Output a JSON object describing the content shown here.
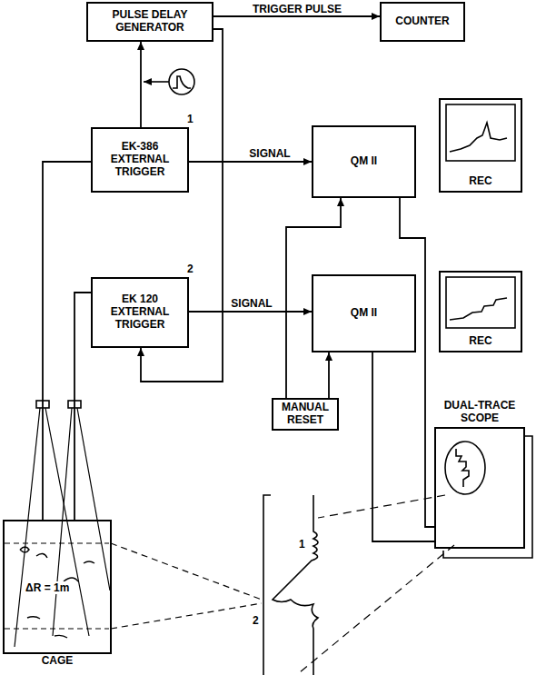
{
  "diagram": {
    "nodes": [
      {
        "text": [
          "PULSE DELAY GENERATOR"
        ]
      },
      {
        "text": [
          "COUNTER"
        ]
      },
      {
        "text": [
          "EK-386 EXTERNAL TRIGGER"
        ]
      },
      {
        "text": [
          "QM II"
        ]
      },
      {
        "text": [
          "REC"
        ]
      },
      {
        "text": [
          "EK 120 EXTERNAL TRIGGER"
        ]
      },
      {
        "text": [
          "QM II"
        ]
      },
      {
        "text": [
          "REC"
        ]
      },
      {
        "text": [
          "MANUAL RESET"
        ]
      },
      {
        "text": [
          "DUAL-TRACE SCOPE"
        ]
      },
      {
        "text": [
          "CAGE"
        ]
      }
    ],
    "edges": [
      {
        "from": 2,
        "to": 0,
        "arrow": "to"
      },
      {
        "from": 0,
        "to": 1,
        "label": "TRIGGER PULSE",
        "arrow": "to"
      },
      {
        "from": 0,
        "to": 5,
        "arrow": "to"
      },
      {
        "from": 2,
        "to": 3,
        "label": "SIGNAL",
        "arrow": "to"
      },
      {
        "from": 5,
        "to": 6,
        "label": "SIGNAL",
        "arrow": "to"
      },
      {
        "from": 8,
        "to": 6,
        "arrow": "to"
      },
      {
        "from": 8,
        "to": 3,
        "arrow": "to"
      },
      {
        "from": 3,
        "to": 9,
        "arrow": "none"
      },
      {
        "from": 6,
        "to": 9,
        "arrow": "none"
      },
      {
        "from": 10,
        "to": 2,
        "arrow": "none"
      },
      {
        "from": 10,
        "to": 5,
        "arrow": "none"
      }
    ],
    "labels": [
      "1",
      "2",
      "ΔR = 1m",
      "1",
      "2"
    ]
  }
}
